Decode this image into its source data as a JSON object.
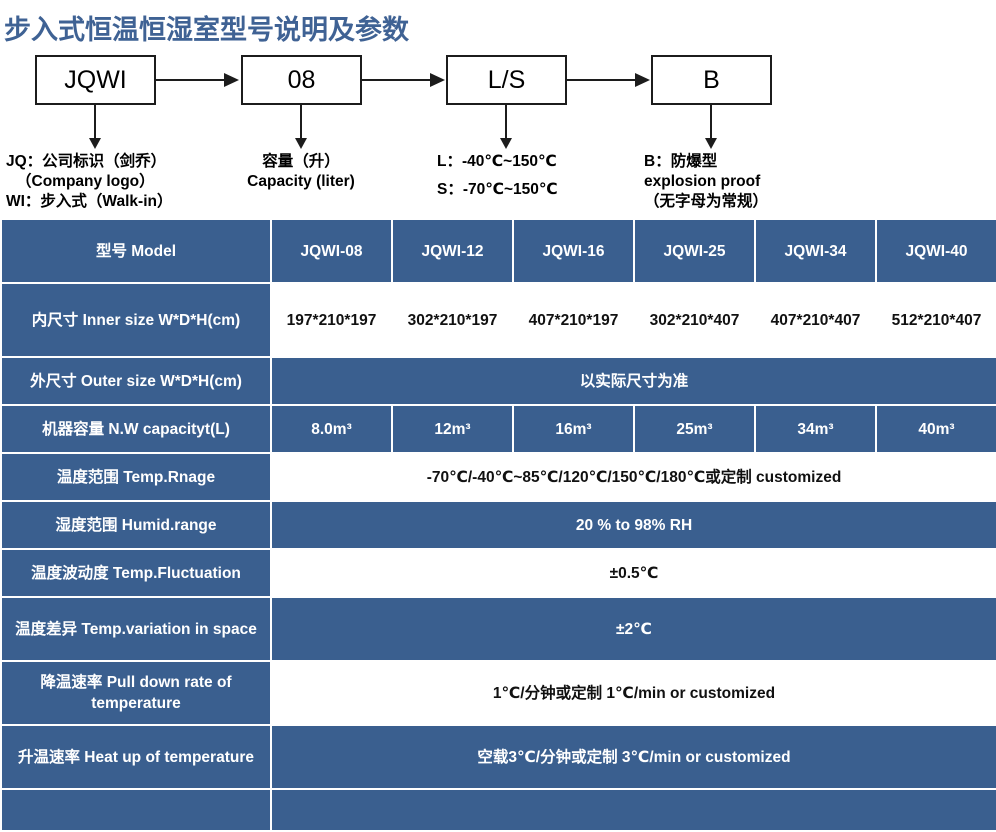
{
  "page": {
    "title": "步入式恒温恒湿室型号说明及参数",
    "title_color": "#3f6294",
    "table_blue": "#3a5f8f"
  },
  "diagram": {
    "nodes": [
      {
        "id": "node-jqwi",
        "label": "JQWI"
      },
      {
        "id": "node-08",
        "label": "08"
      },
      {
        "id": "node-ls",
        "label": "L/S"
      },
      {
        "id": "node-b",
        "label": "B"
      }
    ],
    "captions": [
      {
        "id": "caption-jqwi",
        "lines": [
          "JQ：公司标识（剑乔）",
          "（Company logo）",
          "WI：步入式（Walk-in）"
        ]
      },
      {
        "id": "caption-08",
        "lines": [
          "容量（升）",
          "Capacity (liter)"
        ]
      },
      {
        "id": "caption-ls",
        "lines": [
          "L：-40℃~150℃",
          "",
          "S：-70℃~150℃"
        ]
      },
      {
        "id": "caption-b",
        "lines": [
          "B：防爆型",
          "explosion proof",
          "（无字母为常规）"
        ]
      }
    ]
  },
  "table": {
    "rows": [
      {
        "id": "row-model",
        "label": "型号 Model",
        "label_style": "blue",
        "cells_style": "blue",
        "cells": [
          "JQWI-08",
          "JQWI-12",
          "JQWI-16",
          "JQWI-25",
          "JQWI-34",
          "JQWI-40"
        ]
      },
      {
        "id": "row-inner-size",
        "label": "内尺寸 Inner size W*D*H(cm)",
        "label_style": "blue",
        "cells_style": "white",
        "cells": [
          "197*210*197",
          "302*210*197",
          "407*210*197",
          "302*210*407",
          "407*210*407",
          "512*210*407"
        ]
      },
      {
        "id": "row-outer-size",
        "label": "外尺寸 Outer size W*D*H(cm)",
        "label_style": "blue",
        "cells_style": "blue",
        "merged": true,
        "value": "以实际尺寸为准"
      },
      {
        "id": "row-capacity",
        "label": "机器容量 N.W capacityt(L)",
        "label_style": "blue",
        "cells_style": "blue",
        "cells": [
          "8.0m³",
          "12m³",
          "16m³",
          "25m³",
          "34m³",
          "40m³"
        ]
      },
      {
        "id": "row-temp-range",
        "label": "温度范围 Temp.Rnage",
        "label_style": "blue",
        "cells_style": "white",
        "merged": true,
        "value": "-70℃/-40℃~85℃/120℃/150℃/180℃或定制 customized"
      },
      {
        "id": "row-humid-range",
        "label": "湿度范围 Humid.range",
        "label_style": "blue",
        "cells_style": "blue",
        "merged": true,
        "value": "20 % to 98% RH"
      },
      {
        "id": "row-temp-fluctuation",
        "label": "温度波动度 Temp.Fluctuation",
        "label_style": "blue",
        "cells_style": "white",
        "merged": true,
        "value": "±0.5℃"
      },
      {
        "id": "row-temp-variation",
        "label": "温度差异 Temp.variation in space",
        "label_style": "blue",
        "cells_style": "blue",
        "merged": true,
        "value": "±2℃"
      },
      {
        "id": "row-pull-down-rate",
        "label": "降温速率 Pull down rate of temperature",
        "label_style": "blue",
        "cells_style": "white",
        "merged": true,
        "value": "1℃/分钟或定制    1℃/min or customized"
      },
      {
        "id": "row-heat-up-rate",
        "label": "升温速率 Heat up of temperature",
        "label_style": "blue",
        "cells_style": "blue",
        "merged": true,
        "value": "空载3℃/分钟或定制 3℃/min or customized"
      },
      {
        "id": "row-cut-off",
        "label": "",
        "label_style": "blue",
        "cells_style": "blue",
        "merged": true,
        "value": ""
      }
    ]
  }
}
